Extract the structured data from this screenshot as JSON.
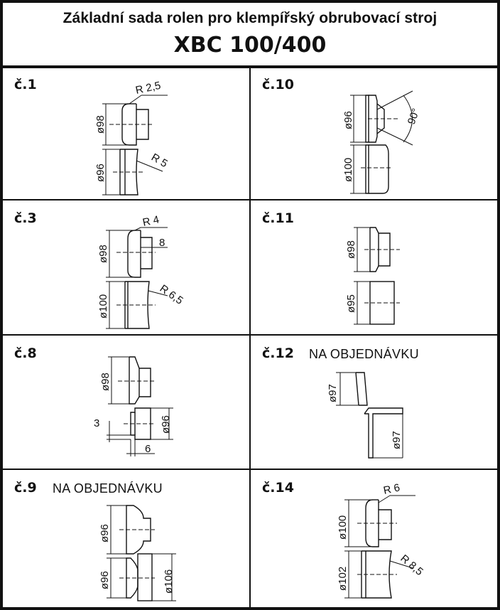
{
  "title": "Základní sada rolen pro klempířský obrubovací stroj",
  "model": "XBC 100/400",
  "rollers": [
    {
      "id": "č.1",
      "note": "",
      "dims": {
        "d_top": "ø98",
        "d_bottom": "ø96",
        "r_top": "R 2,5",
        "r_bottom": "R 5"
      }
    },
    {
      "id": "č.10",
      "note": "",
      "dims": {
        "d_top": "ø96",
        "d_bottom": "ø100",
        "angle": "90°"
      }
    },
    {
      "id": "č.3",
      "note": "",
      "dims": {
        "d_top": "ø98",
        "d_bottom": "ø100",
        "r_top": "R 4",
        "width": "8",
        "r_bottom": "R 6,5"
      }
    },
    {
      "id": "č.11",
      "note": "",
      "dims": {
        "d_top": "ø98",
        "d_bottom": "ø95"
      }
    },
    {
      "id": "č.8",
      "note": "",
      "dims": {
        "d_top": "ø98",
        "d_bottom": "ø96",
        "step": "3",
        "width": "6"
      }
    },
    {
      "id": "č.12",
      "note": "NA OBJEDNÁVKU",
      "dims": {
        "d_top": "ø97",
        "d_bottom": "ø97"
      }
    },
    {
      "id": "č.9",
      "note": "NA OBJEDNÁVKU",
      "dims": {
        "d_top": "ø96",
        "d_bottom_left": "ø96",
        "d_bottom_right": "ø106"
      }
    },
    {
      "id": "č.14",
      "note": "",
      "dims": {
        "d_top": "ø100",
        "d_bottom": "ø102",
        "r_top": "R 6",
        "r_bottom": "R 8,5"
      }
    }
  ]
}
